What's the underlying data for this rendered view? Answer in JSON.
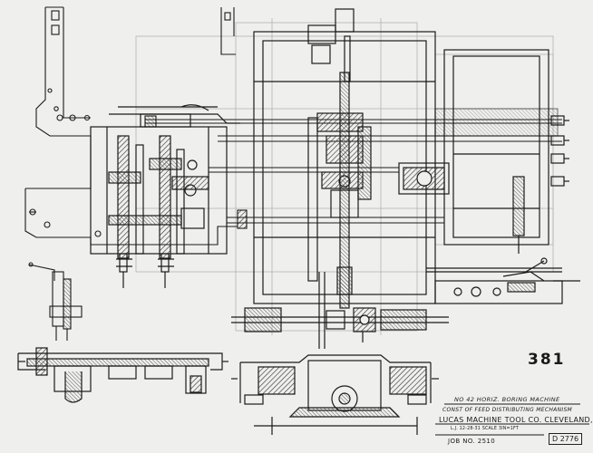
{
  "sheet": {
    "sheet_number": "381",
    "drawing_number": "D 2776"
  },
  "title_block": {
    "machine": "NO 42 HORIZ. BORING MACHINE",
    "mechanism": "CONST OF FEED DISTRIBUTING MECHANISM",
    "company": "LUCAS MACHINE TOOL CO. CLEVELAND, O.",
    "draft_note": "L.J. 12-28-31 SCALE 3IN=1FT",
    "job": "JOB NO. 2510"
  },
  "colors": {
    "paper": "#efefed",
    "ink": "#1b1b1b",
    "ink_faint": "#8a8a88",
    "hatch": "#2a2a2a"
  }
}
